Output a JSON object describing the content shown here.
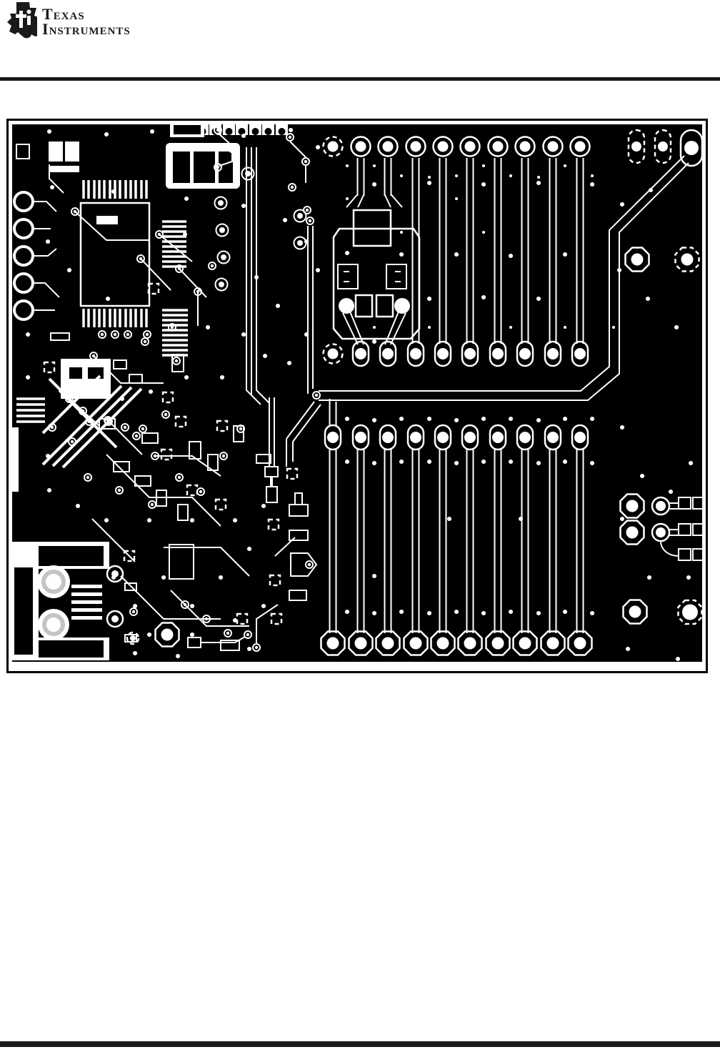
{
  "header": {
    "logo": {
      "line1": "Texas",
      "line2": "Instruments"
    }
  },
  "figure": {
    "kind": "pcb-layer-artwork"
  },
  "colors": {
    "page-bg": "#ffffff",
    "ink": "#1a1a1a",
    "pcb-bg": "#000000",
    "trace": "#ffffff",
    "ring-gray": "#c4c4c4"
  }
}
